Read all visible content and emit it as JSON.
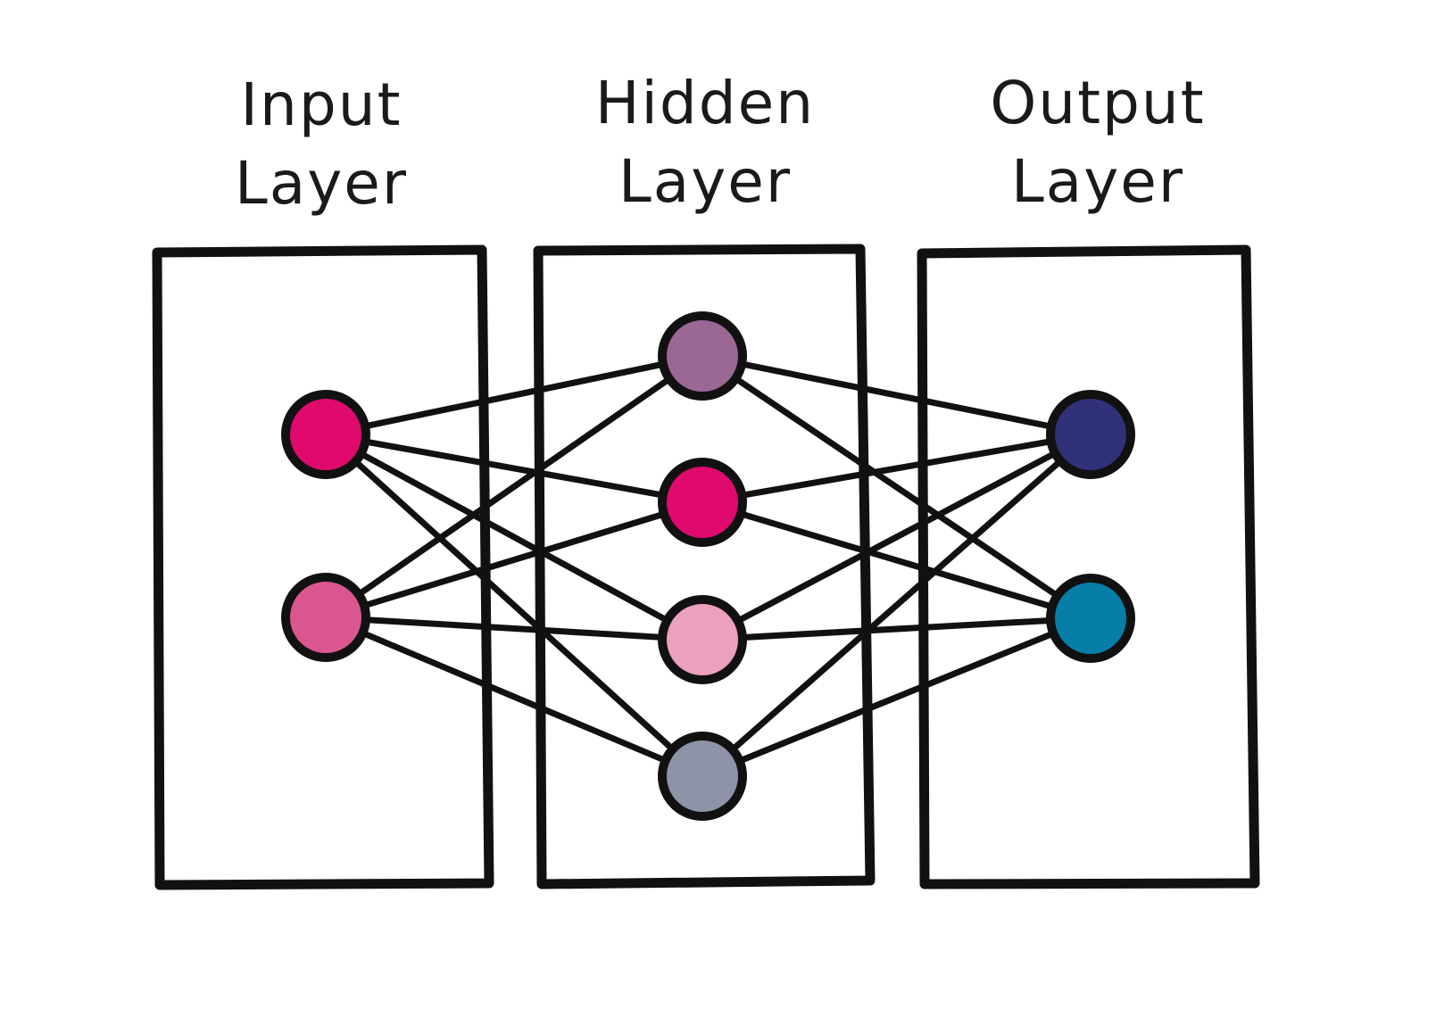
{
  "layers": [
    {
      "title_line1": "Input",
      "title_line2": "Layer",
      "nodes": [
        {
          "color": "#e0096e"
        },
        {
          "color": "#da5690"
        }
      ]
    },
    {
      "title_line1": "Hidden",
      "title_line2": "Layer",
      "nodes": [
        {
          "color": "#9b6896"
        },
        {
          "color": "#e0096e"
        },
        {
          "color": "#eba0c0"
        },
        {
          "color": "#8e93a8"
        }
      ]
    },
    {
      "title_line1": "Output",
      "title_line2": "Layer",
      "nodes": [
        {
          "color": "#31317a"
        },
        {
          "color": "#067ea8"
        }
      ]
    }
  ],
  "connections": "fully-connected"
}
